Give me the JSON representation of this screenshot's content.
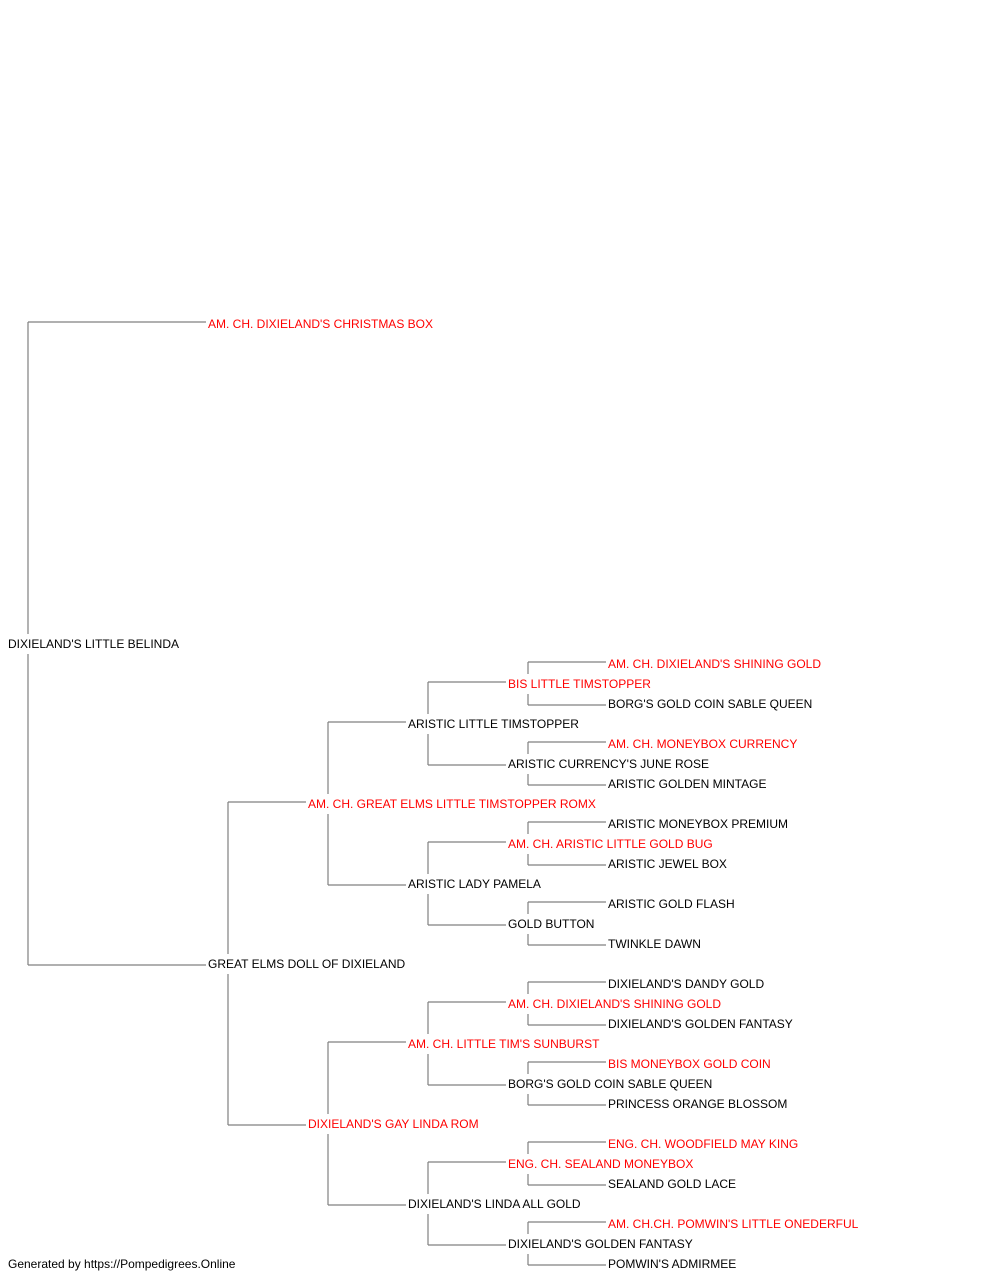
{
  "colors": {
    "champion": "#ff0000",
    "normal": "#000000",
    "connector": "#808080"
  },
  "footer": "Generated by https://Pompedigrees.Online",
  "pedigree": {
    "name": "DIXIELAND'S LITTLE BELINDA",
    "champion": false,
    "sire": {
      "name": "AM. CH. DIXIELAND'S CHRISTMAS BOX",
      "champion": true
    },
    "dam": {
      "name": "GREAT ELMS DOLL OF DIXIELAND",
      "champion": false,
      "sire": {
        "name": "AM. CH. GREAT ELMS LITTLE TIMSTOPPER ROMX",
        "champion": true,
        "sire": {
          "name": "ARISTIC LITTLE TIMSTOPPER",
          "champion": false,
          "sire": {
            "name": "BIS LITTLE TIMSTOPPER",
            "champion": true,
            "sire": {
              "name": "AM. CH. DIXIELAND'S SHINING GOLD",
              "champion": true
            },
            "dam": {
              "name": "BORG'S GOLD COIN SABLE QUEEN",
              "champion": false
            }
          },
          "dam": {
            "name": "ARISTIC CURRENCY'S JUNE ROSE",
            "champion": false,
            "sire": {
              "name": "AM. CH. MONEYBOX CURRENCY",
              "champion": true
            },
            "dam": {
              "name": "ARISTIC GOLDEN MINTAGE",
              "champion": false
            }
          }
        },
        "dam": {
          "name": "ARISTIC LADY PAMELA",
          "champion": false,
          "sire": {
            "name": "AM. CH. ARISTIC LITTLE GOLD BUG",
            "champion": true,
            "sire": {
              "name": "ARISTIC MONEYBOX PREMIUM",
              "champion": false
            },
            "dam": {
              "name": "ARISTIC JEWEL BOX",
              "champion": false
            }
          },
          "dam": {
            "name": "GOLD BUTTON",
            "champion": false,
            "sire": {
              "name": "ARISTIC GOLD FLASH",
              "champion": false
            },
            "dam": {
              "name": "TWINKLE DAWN",
              "champion": false
            }
          }
        }
      },
      "dam": {
        "name": "DIXIELAND'S GAY LINDA ROM",
        "champion": true,
        "sire": {
          "name": "AM. CH. LITTLE TIM'S SUNBURST",
          "champion": true,
          "sire": {
            "name": "AM. CH. DIXIELAND'S SHINING GOLD",
            "champion": true,
            "sire": {
              "name": "DIXIELAND'S DANDY GOLD",
              "champion": false
            },
            "dam": {
              "name": "DIXIELAND'S GOLDEN FANTASY",
              "champion": false
            }
          },
          "dam": {
            "name": "BORG'S GOLD COIN SABLE QUEEN",
            "champion": false,
            "sire": {
              "name": "BIS MONEYBOX GOLD COIN",
              "champion": true
            },
            "dam": {
              "name": "PRINCESS ORANGE BLOSSOM",
              "champion": false
            }
          }
        },
        "dam": {
          "name": "DIXIELAND'S LINDA ALL GOLD",
          "champion": false,
          "sire": {
            "name": "ENG. CH. SEALAND MONEYBOX",
            "champion": true,
            "sire": {
              "name": "ENG. CH. WOODFIELD MAY KING",
              "champion": true
            },
            "dam": {
              "name": "SEALAND GOLD LACE",
              "champion": false
            }
          },
          "dam": {
            "name": "DIXIELAND'S GOLDEN FANTASY",
            "champion": false,
            "sire": {
              "name": "AM. CH.CH. POMWIN'S LITTLE ONEDERFUL",
              "champion": true
            },
            "dam": {
              "name": "POMWIN'S ADMIRMEE",
              "champion": false
            }
          }
        }
      }
    }
  }
}
